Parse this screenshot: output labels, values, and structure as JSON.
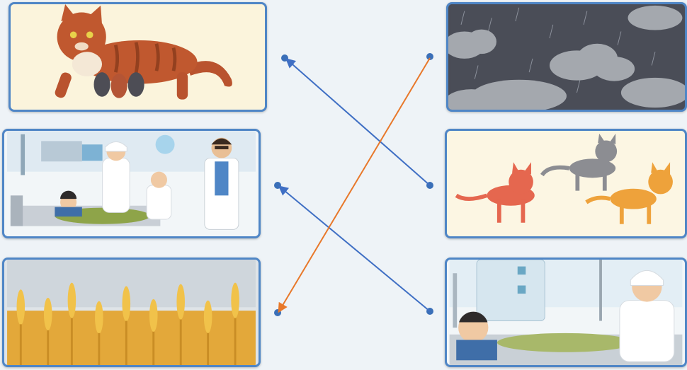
{
  "activity": {
    "left_items": [
      {
        "icon": "cat-with-kittens-icon"
      },
      {
        "icon": "hospital-visit-icon"
      },
      {
        "icon": "wheat-field-icon"
      }
    ],
    "right_items": [
      {
        "icon": "rain-clouds-icon"
      },
      {
        "icon": "three-cats-icon"
      },
      {
        "icon": "sick-child-in-bed-icon"
      }
    ],
    "colors": {
      "card_border": "#4f86c6",
      "dot": "#3a6fb8",
      "line_blue": "#3f6fc4",
      "line_orange": "#e8782a"
    },
    "connections": [
      {
        "from": "right-1",
        "to": "left-3",
        "color": "orange"
      },
      {
        "from": "right-2",
        "to": "left-1",
        "color": "blue"
      },
      {
        "from": "right-3",
        "to": "left-2",
        "color": "blue"
      }
    ]
  }
}
